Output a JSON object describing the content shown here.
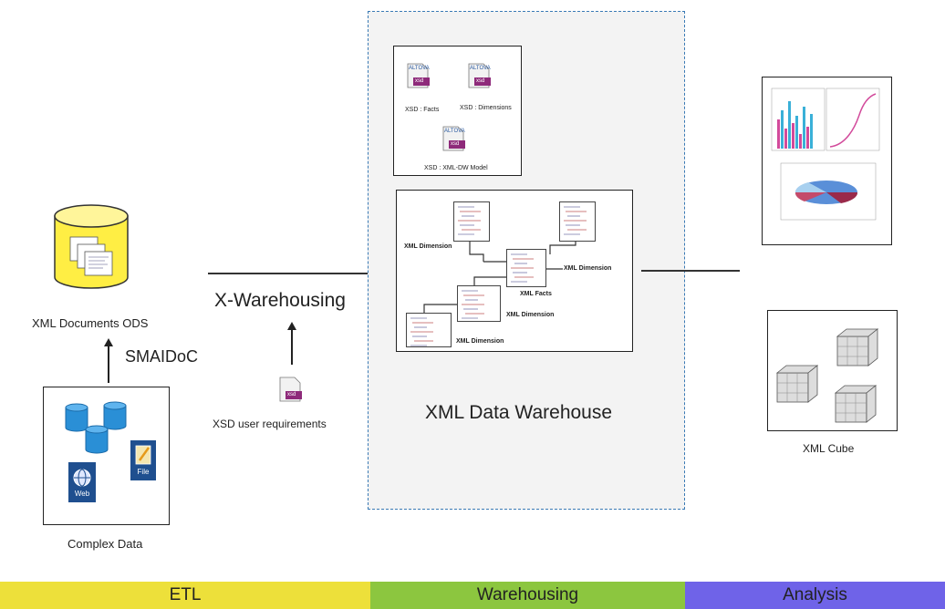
{
  "etl": {
    "ods_label": "XML Documents ODS",
    "smaidoc_label": "SMAIDoC",
    "complex_data_label": "Complex Data",
    "web_label": "Web",
    "file_label": "File",
    "xwarehousing_label": "X-Warehousing",
    "xsd_user_req_label": "XSD user requirements",
    "xsd_icon_text": "xsd",
    "altova_text": "ALTOVA"
  },
  "warehouse": {
    "title": "XML Data Warehouse",
    "schema_box": {
      "facts_label": "XSD : Facts",
      "dimensions_label": "XSD : Dimensions",
      "model_label": "XSD : XML-DW Model"
    },
    "model_box": {
      "dim_top_left": "XML Dimension",
      "dim_right": "XML Dimension",
      "facts": "XML Facts",
      "dim_middle": "XML Dimension",
      "dim_bottom": "XML Dimension"
    }
  },
  "analysis": {
    "cube_label": "XML Cube"
  },
  "phases": [
    {
      "label": "ETL",
      "color": "#ede03a"
    },
    {
      "label": "Warehousing",
      "color": "#8cc63f"
    },
    {
      "label": "Analysis",
      "color": "#6f63e8"
    }
  ]
}
